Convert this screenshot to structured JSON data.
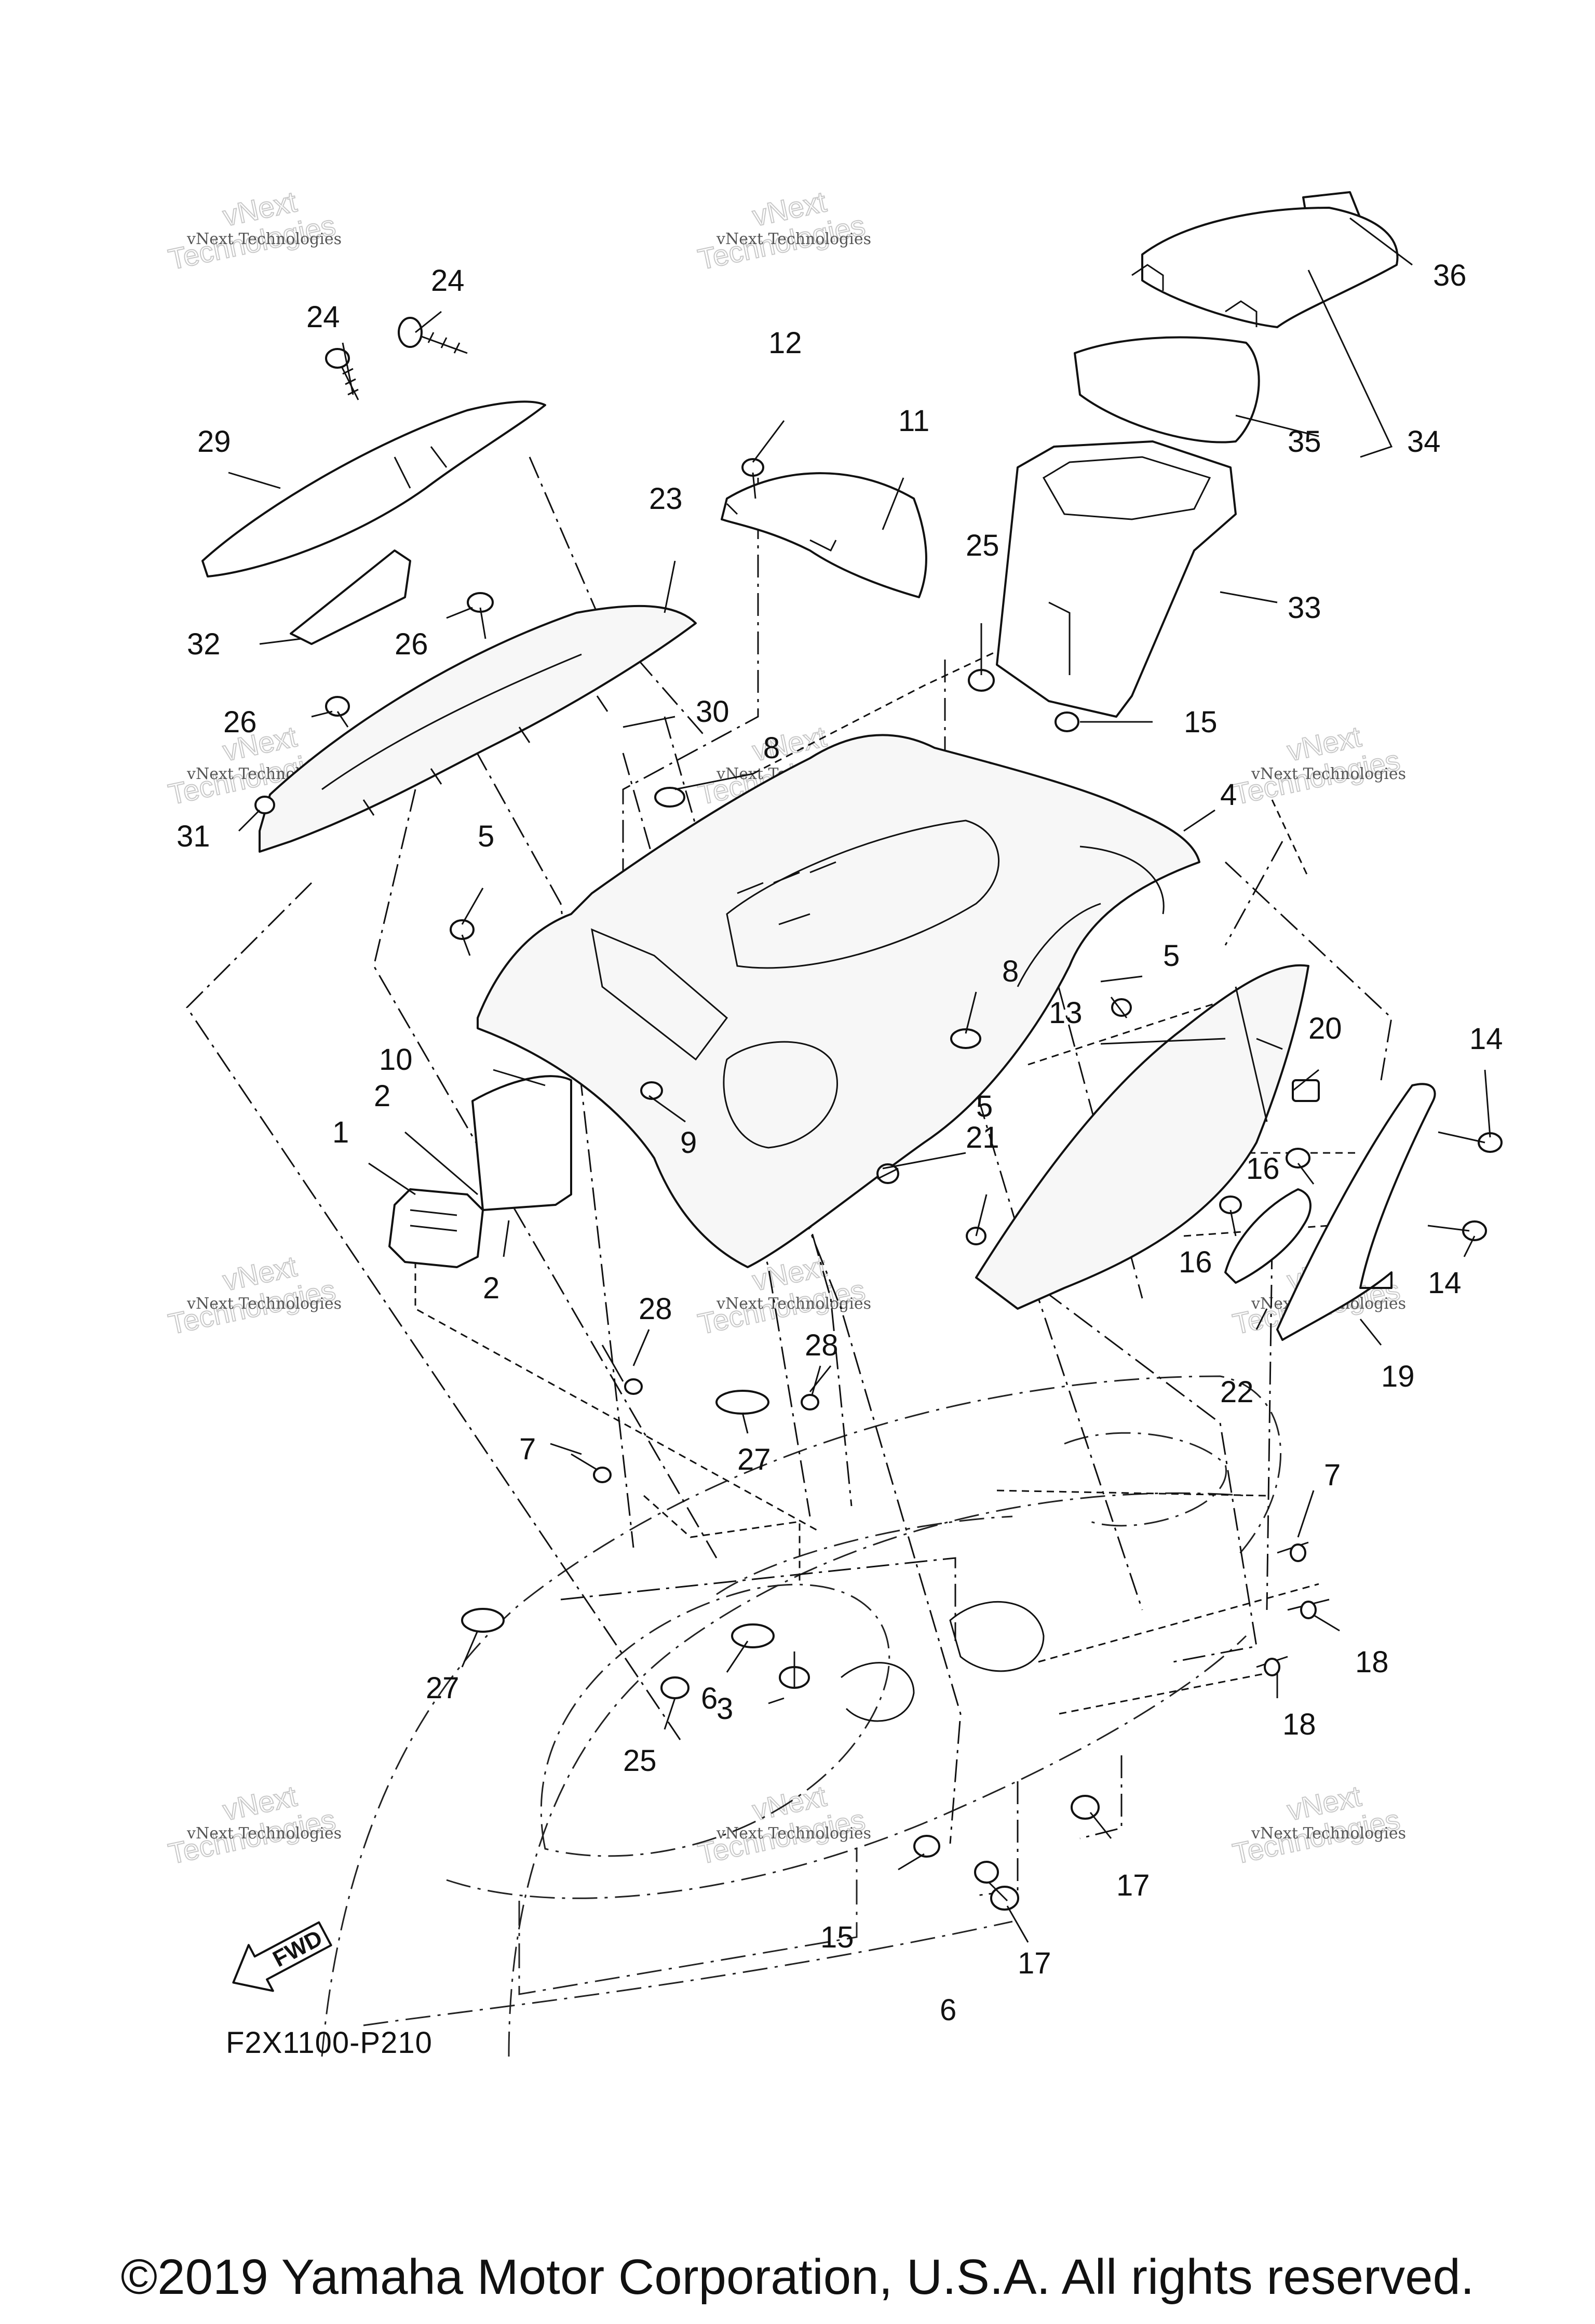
{
  "diagram": {
    "drawing_code": "F2X1100-P210",
    "copyright": "©2019 Yamaha Motor Corporation, U.S.A. All rights reserved.",
    "fwd_label": "FWD",
    "watermark": {
      "line1": "vNext Technologies",
      "line2": "Technologies",
      "line3": "vNext"
    },
    "callouts": [
      {
        "id": "c1",
        "label": "1"
      },
      {
        "id": "c2a",
        "label": "2"
      },
      {
        "id": "c2b",
        "label": "2"
      },
      {
        "id": "c3",
        "label": "3"
      },
      {
        "id": "c4",
        "label": "4"
      },
      {
        "id": "c5a",
        "label": "5"
      },
      {
        "id": "c5b",
        "label": "5"
      },
      {
        "id": "c5c",
        "label": "5"
      },
      {
        "id": "c6a",
        "label": "6"
      },
      {
        "id": "c6b",
        "label": "6"
      },
      {
        "id": "c7a",
        "label": "7"
      },
      {
        "id": "c7b",
        "label": "7"
      },
      {
        "id": "c8a",
        "label": "8"
      },
      {
        "id": "c8b",
        "label": "8"
      },
      {
        "id": "c9",
        "label": "9"
      },
      {
        "id": "c10",
        "label": "10"
      },
      {
        "id": "c11",
        "label": "11"
      },
      {
        "id": "c12",
        "label": "12"
      },
      {
        "id": "c13",
        "label": "13"
      },
      {
        "id": "c14a",
        "label": "14"
      },
      {
        "id": "c14b",
        "label": "14"
      },
      {
        "id": "c15a",
        "label": "15"
      },
      {
        "id": "c15b",
        "label": "15"
      },
      {
        "id": "c16a",
        "label": "16"
      },
      {
        "id": "c16b",
        "label": "16"
      },
      {
        "id": "c17a",
        "label": "17"
      },
      {
        "id": "c17b",
        "label": "17"
      },
      {
        "id": "c18a",
        "label": "18"
      },
      {
        "id": "c18b",
        "label": "18"
      },
      {
        "id": "c19",
        "label": "19"
      },
      {
        "id": "c20",
        "label": "20"
      },
      {
        "id": "c21",
        "label": "21"
      },
      {
        "id": "c22",
        "label": "22"
      },
      {
        "id": "c23",
        "label": "23"
      },
      {
        "id": "c24a",
        "label": "24"
      },
      {
        "id": "c24b",
        "label": "24"
      },
      {
        "id": "c25a",
        "label": "25"
      },
      {
        "id": "c25b",
        "label": "25"
      },
      {
        "id": "c26a",
        "label": "26"
      },
      {
        "id": "c26b",
        "label": "26"
      },
      {
        "id": "c27a",
        "label": "27"
      },
      {
        "id": "c27b",
        "label": "27"
      },
      {
        "id": "c28a",
        "label": "28"
      },
      {
        "id": "c28b",
        "label": "28"
      },
      {
        "id": "c29",
        "label": "29"
      },
      {
        "id": "c30",
        "label": "30"
      },
      {
        "id": "c31",
        "label": "31"
      },
      {
        "id": "c32",
        "label": "32"
      },
      {
        "id": "c33",
        "label": "33"
      },
      {
        "id": "c34",
        "label": "34"
      },
      {
        "id": "c35",
        "label": "35"
      },
      {
        "id": "c36",
        "label": "36"
      }
    ]
  }
}
